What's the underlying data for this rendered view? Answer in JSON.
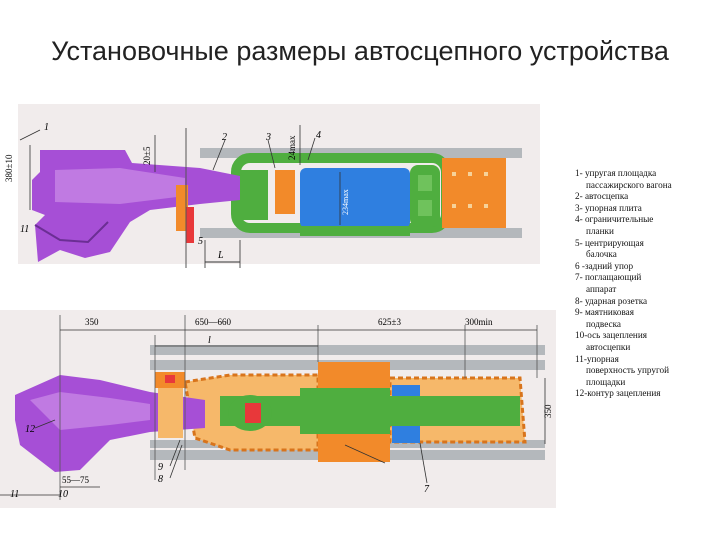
{
  "title": "Установочные размеры автосцепного устройства",
  "legend": [
    {
      "line1": "1- упругая площадка",
      "line2": "пассажирского вагона"
    },
    {
      "line1": "2- автосцепка",
      "line2": ""
    },
    {
      "line1": "3- упорная плита",
      "line2": ""
    },
    {
      "line1": "4- ограничительные",
      "line2": "планки"
    },
    {
      "line1": "5- центрирующая",
      "line2": "балочка"
    },
    {
      "line1": "6 -задний упор",
      "line2": ""
    },
    {
      "line1": "7- поглащающий",
      "line2": "аппарат"
    },
    {
      "line1": "8- ударная розетка",
      "line2": ""
    },
    {
      "line1": "9- маятниковая",
      "line2": "подвеска"
    },
    {
      "line1": "10-ось зацепления",
      "line2": "автосцепки"
    },
    {
      "line1": "11-упорная",
      "line2": "поверхность упругой"
    },
    {
      "line1": "",
      "line2": "площадки"
    },
    {
      "line1": "12-контур зацепления",
      "line2": ""
    }
  ],
  "top_view": {
    "dims": {
      "d380": "380±10",
      "d20": "20±5",
      "d24": "24max",
      "d234": "234max",
      "L": "L"
    },
    "callouts": {
      "c1": "1",
      "c2": "2",
      "c3": "3",
      "c4": "4",
      "c11": "11",
      "c5": "5"
    }
  },
  "bottom_view": {
    "dims": {
      "d350": "350",
      "d650": "650—660",
      "d625": "625±3",
      "d300": "300min",
      "l": "l",
      "dside": "350",
      "d5575": "55—75"
    },
    "callouts": {
      "c12": "12",
      "c9": "9",
      "c8": "8",
      "c7": "7",
      "c11": "11",
      "c10": "10"
    }
  },
  "colors": {
    "coupler": "#a64fd6",
    "coupler_dark": "#6b2e94",
    "green": "#4fae3f",
    "blue": "#2f7fe0",
    "orange": "#f28a2a",
    "orange_light": "#f6b86a",
    "gray": "#b4b8bc",
    "red": "#e8383a"
  }
}
